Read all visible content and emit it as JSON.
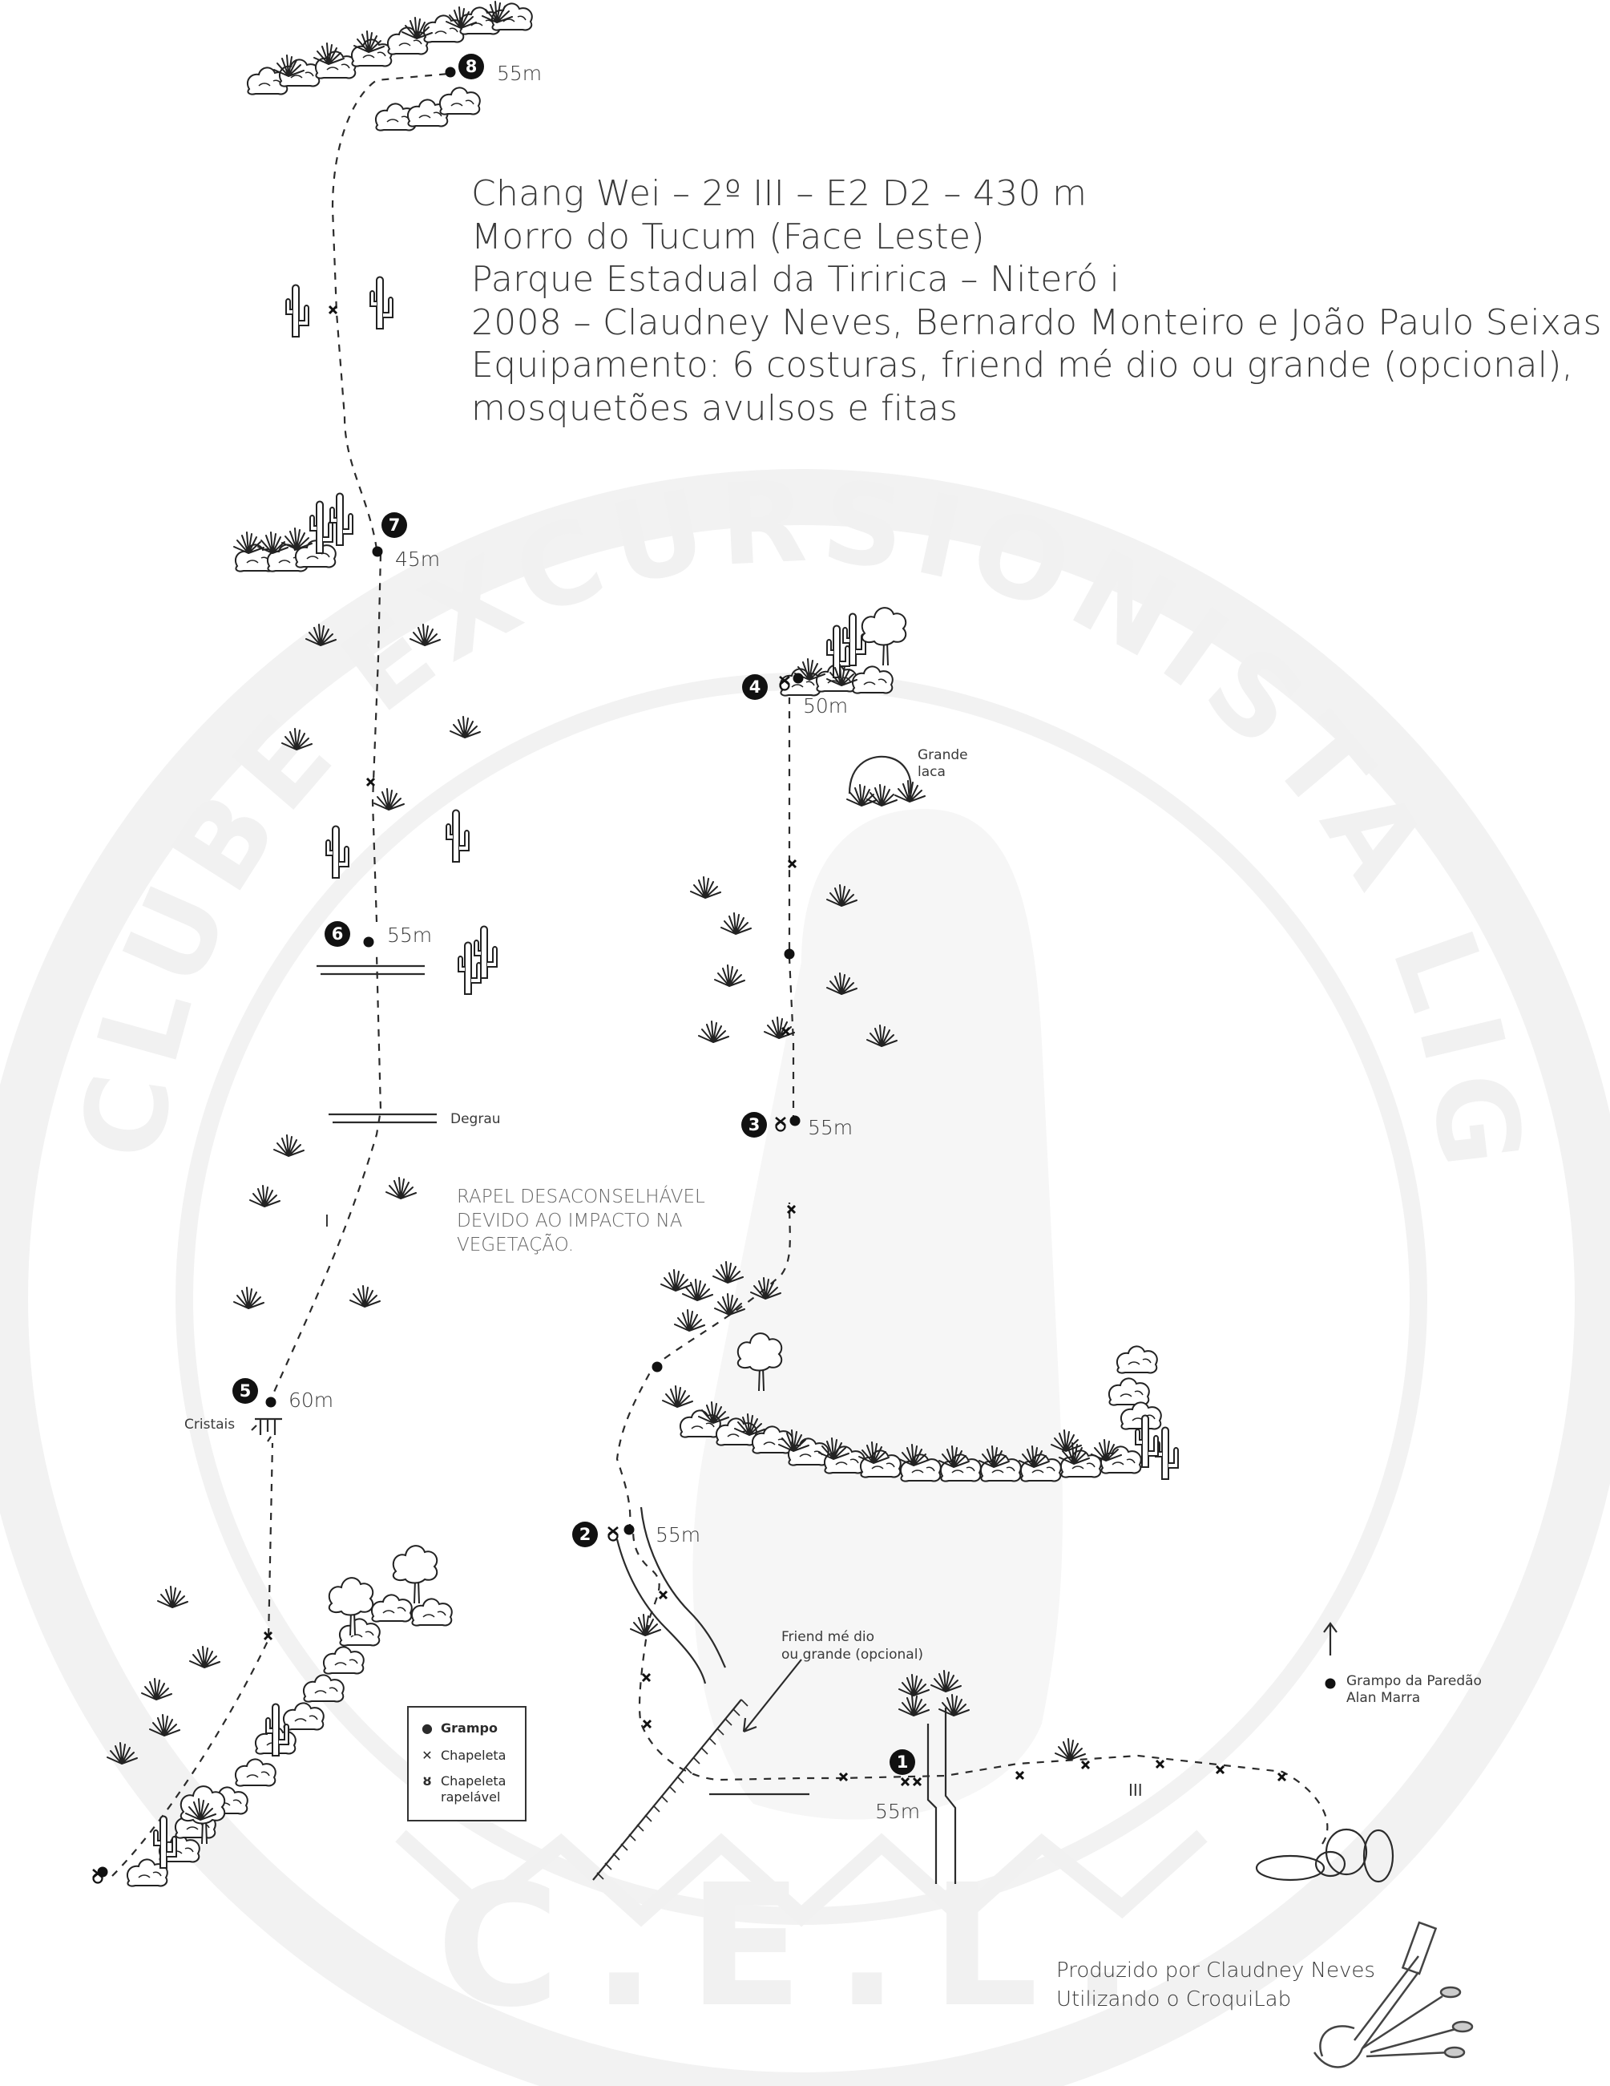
{
  "title_lines": [
    "Chang Wei – 2º III – E2 D2 – 430 m",
    "Morro do Tucum (Face Leste)",
    "Parque Estadual da Tiririca – Niteró i",
    "2008 – Claudney Neves, Bernardo Monteiro e João Paulo Seixas",
    "Equipamento: 6 costuras, friend mé dio ou grande (opcional),",
    "mosquetões avulsos e fitas"
  ],
  "watermark": {
    "ring_text": "CLUBE EXCURSIONISTA LIGHT",
    "initials": "C.E.L."
  },
  "pitches": [
    {
      "number": "1",
      "length": "55m"
    },
    {
      "number": "2",
      "length": "55m"
    },
    {
      "number": "3",
      "length": "55m"
    },
    {
      "number": "4",
      "length": "50m"
    },
    {
      "number": "5",
      "length": "60m"
    },
    {
      "number": "6",
      "length": "55m"
    },
    {
      "number": "7",
      "length": "45m"
    },
    {
      "number": "8",
      "length": "55m"
    }
  ],
  "annotations": {
    "grande_laca": [
      "Grande",
      "laca"
    ],
    "degrau": "Degrau",
    "cristais": "Cristais",
    "friend": [
      "Friend mé dio",
      "ou grande (opcional)"
    ],
    "grampo_paredao": [
      "Grampo da Paredão",
      "Alan Marra"
    ],
    "rapel_note": [
      "RAPEL DESACONSELHÁVEL",
      "DEVIDO AO IMPACTO NA",
      "VEGETAÇÃO."
    ],
    "grade_iii": "III",
    "grade_i": "I"
  },
  "legend": {
    "grampo": "Grampo",
    "chapeleta": "Chapeleta",
    "chapeleta_rapelavel": [
      "Chapeleta",
      "rapelável"
    ]
  },
  "credit": [
    "Produzido por Claudney Neves",
    "Utilizando o CroquiLab"
  ],
  "colors": {
    "ink": "#2b2b2b",
    "watermark": "#f1f1f1",
    "rock_shadow": "#f4f4f4"
  },
  "icons": [
    "grampo-dot",
    "chapeleta-x",
    "chapeleta-rapelavel",
    "grass-tuft",
    "cactus",
    "tree",
    "bush",
    "arrow-up-icon",
    "arrow-down-left-icon",
    "croquilab-logo"
  ]
}
